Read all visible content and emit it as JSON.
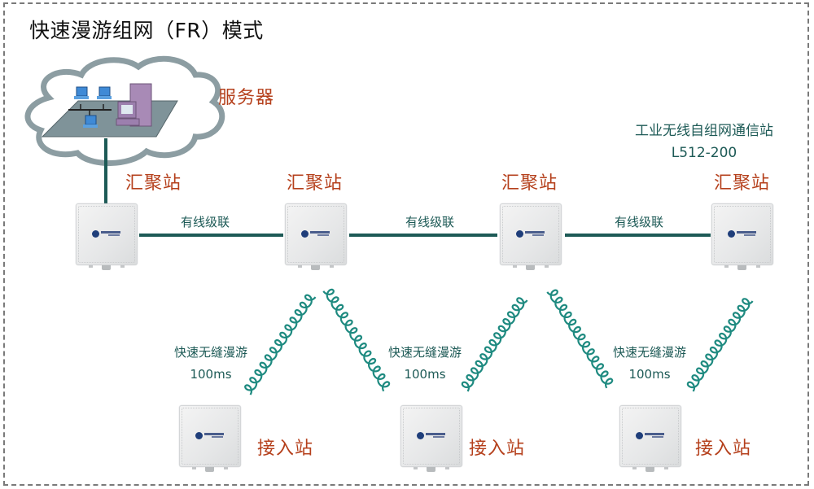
{
  "title": "快速漫游组网（FR）模式",
  "server": {
    "label": "服务器",
    "icon": "server-cloud-network-icon"
  },
  "model_info": {
    "line1": "工业无线自组网通信站",
    "line2": "L512-200"
  },
  "aggregation_stations": [
    {
      "label": "汇聚站"
    },
    {
      "label": "汇聚站"
    },
    {
      "label": "汇聚站"
    },
    {
      "label": "汇聚站"
    }
  ],
  "wired_links": [
    {
      "label": "有线级联"
    },
    {
      "label": "有线级联"
    },
    {
      "label": "有线级联"
    }
  ],
  "roaming_labels": [
    {
      "line1": "快速无缝漫游",
      "line2": "100ms"
    },
    {
      "line1": "快速无缝漫游",
      "line2": "100ms"
    },
    {
      "line1": "快速无缝漫游",
      "line2": "100ms"
    }
  ],
  "access_stations": [
    {
      "label": "接入站"
    },
    {
      "label": "接入站"
    },
    {
      "label": "接入站"
    }
  ],
  "colors": {
    "link": "#1d5a56",
    "wireless": "#1e8a80",
    "accent_red": "#b5401c",
    "frame": "#7a7a7a"
  }
}
